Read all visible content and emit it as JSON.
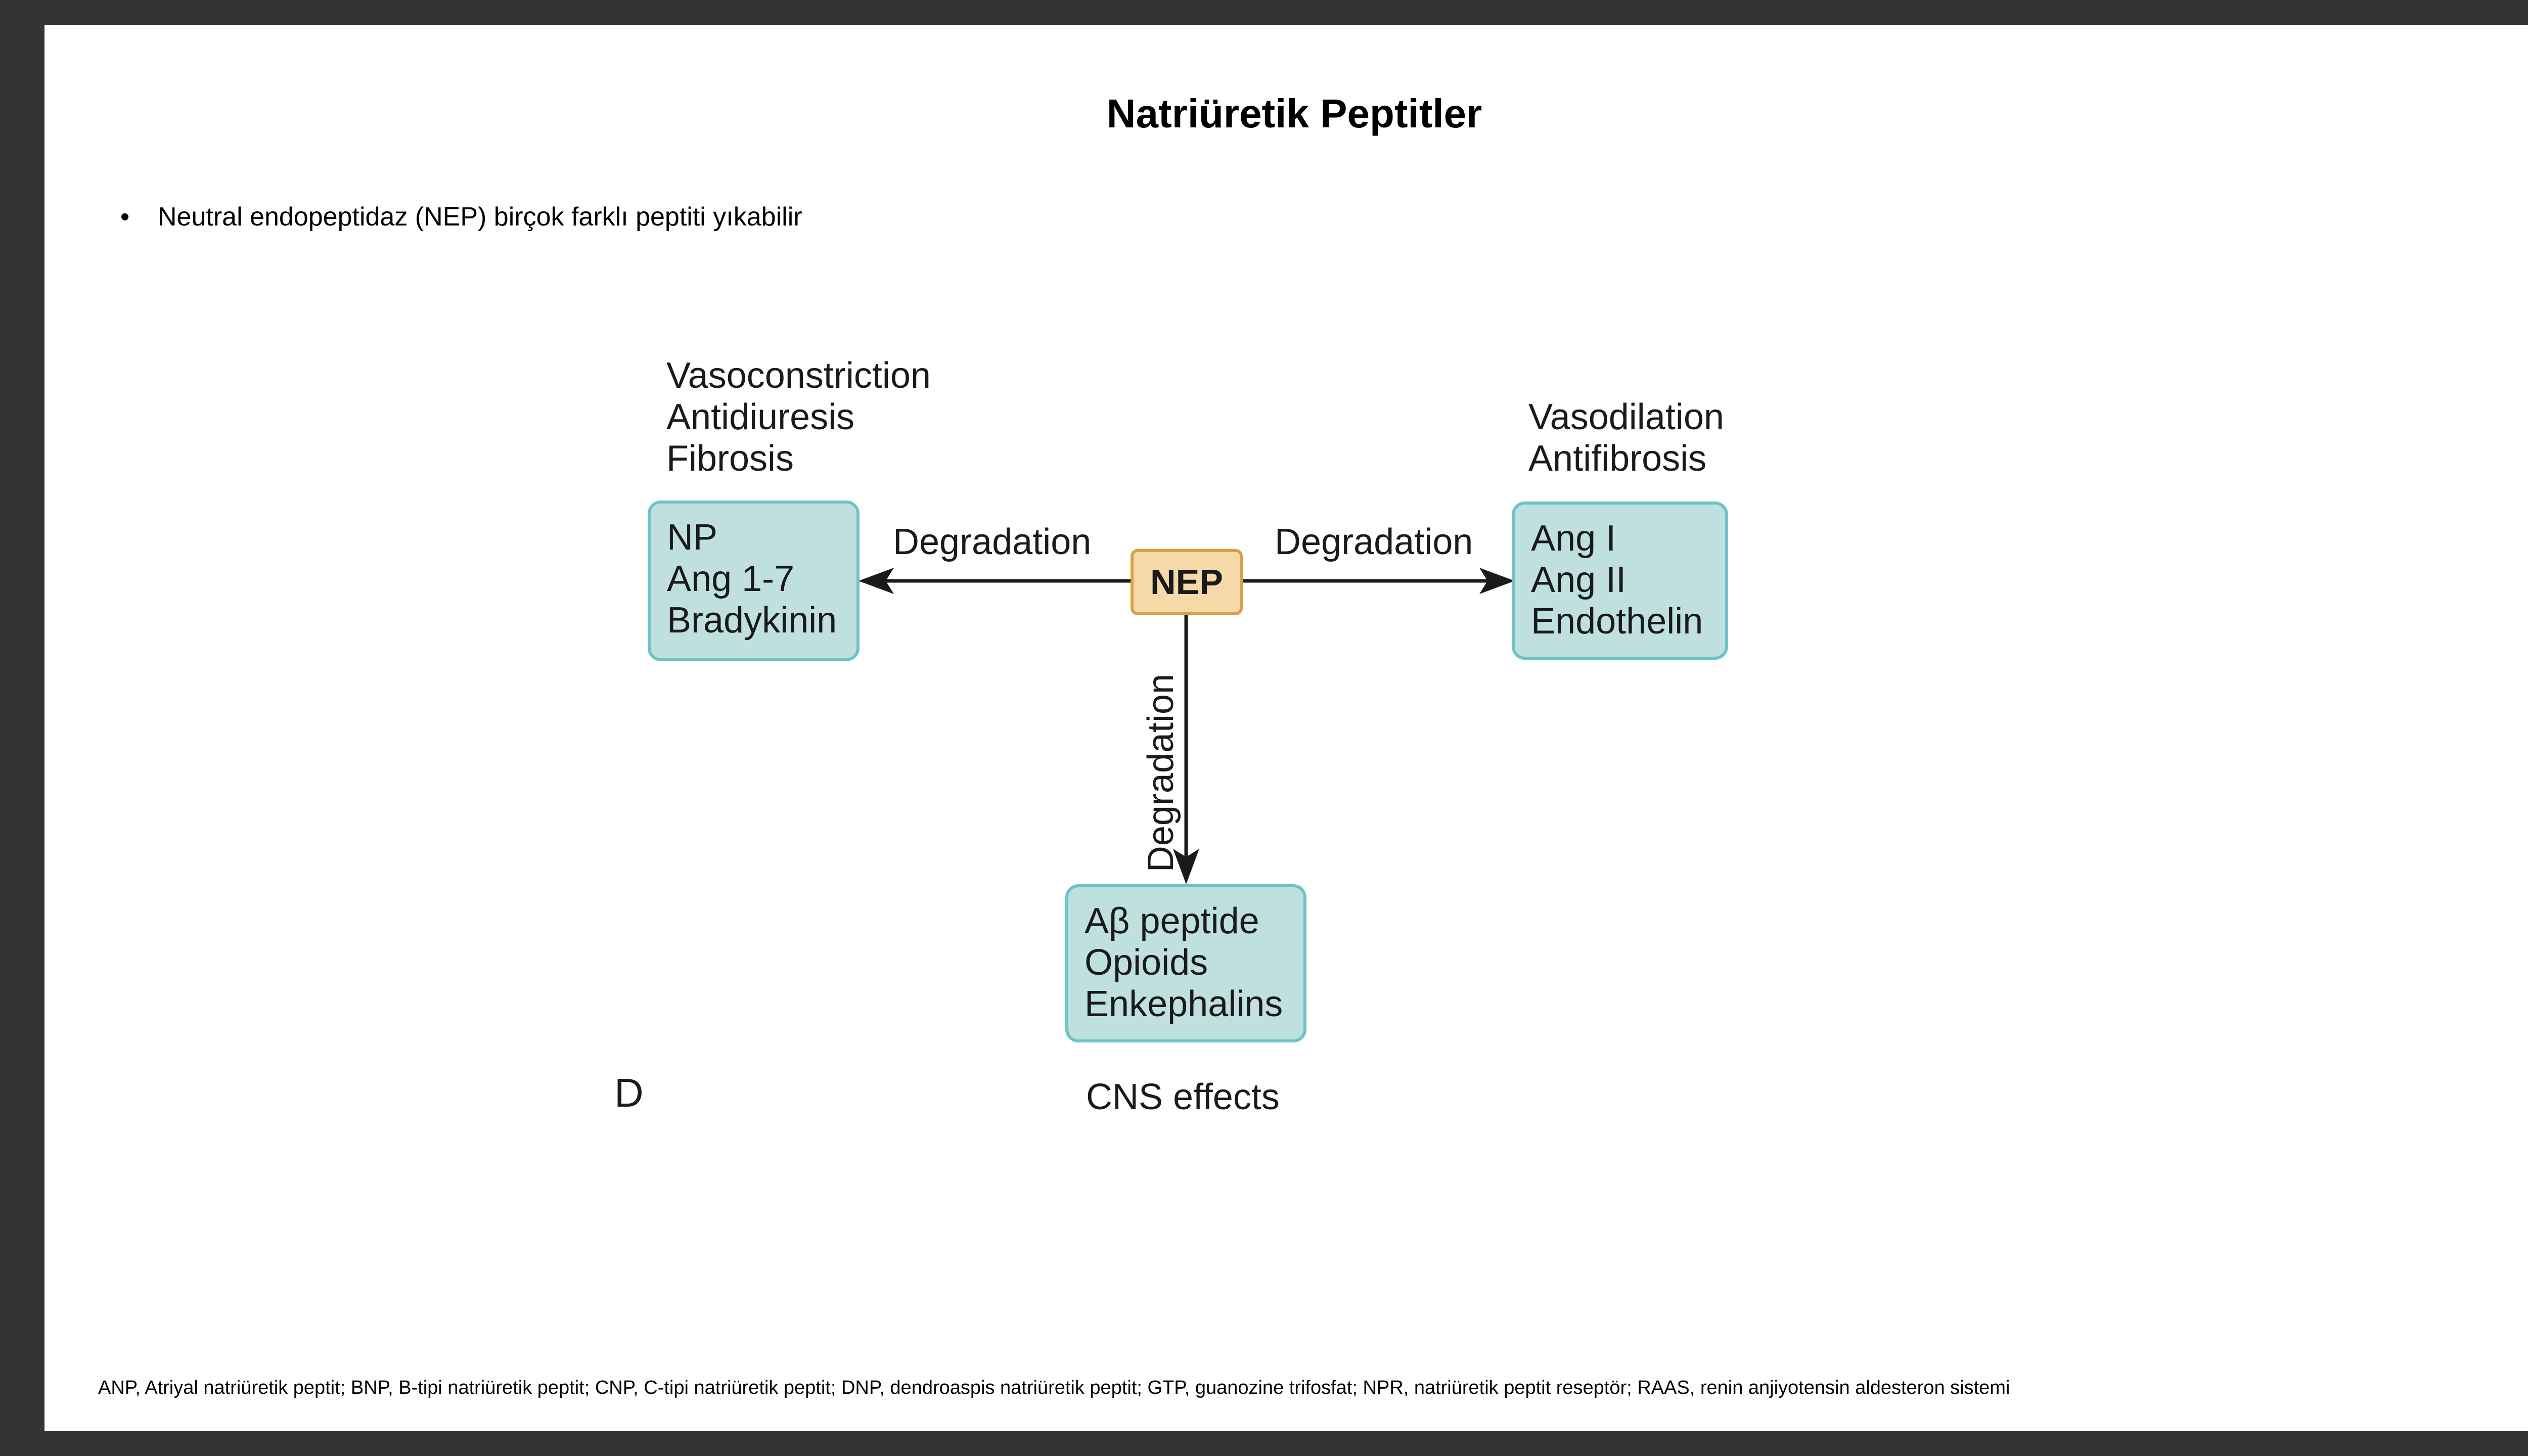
{
  "slide": {
    "title": "Natriüretik Peptitler",
    "bullet_marker": "•",
    "bullet": "Neutral endopeptidaz (NEP) birçok farklı peptiti yıkabilir",
    "footnote": "ANP, Atriyal natriüretik peptit; BNP, B-tipi natriüretik peptit; CNP, C-tipi natriüretik peptit; DNP, dendroaspis natriüretik peptit; GTP, guanozine trifosfat; NPR, natriüretik peptit reseptör; RAAS, renin anjiyotensin aldesteron sistemi"
  },
  "diagram": {
    "center": "NEP",
    "left": {
      "effects": [
        "Vasoconstriction",
        "Antidiuresis",
        "Fibrosis"
      ],
      "items": [
        "NP",
        "Ang 1-7",
        "Bradykinin"
      ],
      "edge_label": "Degradation"
    },
    "right": {
      "effects": [
        "Vasodilation",
        "Antifibrosis"
      ],
      "items": [
        "Ang I",
        "Ang II",
        "Endothelin"
      ],
      "edge_label": "Degradation"
    },
    "bottom": {
      "items": [
        "Aβ peptide",
        "Opioids",
        "Enkephalins"
      ],
      "effect": "CNS effects",
      "edge_label": "Degradation"
    },
    "panel_letter": "D"
  },
  "colors": {
    "background": "#333333",
    "slide": "#ffffff",
    "box_fill": "#bfe0de",
    "box_border": "#6cc4c6",
    "nep_fill": "#f6d9a8",
    "nep_border": "#d9a046",
    "arrow": "#1a1a1a"
  }
}
